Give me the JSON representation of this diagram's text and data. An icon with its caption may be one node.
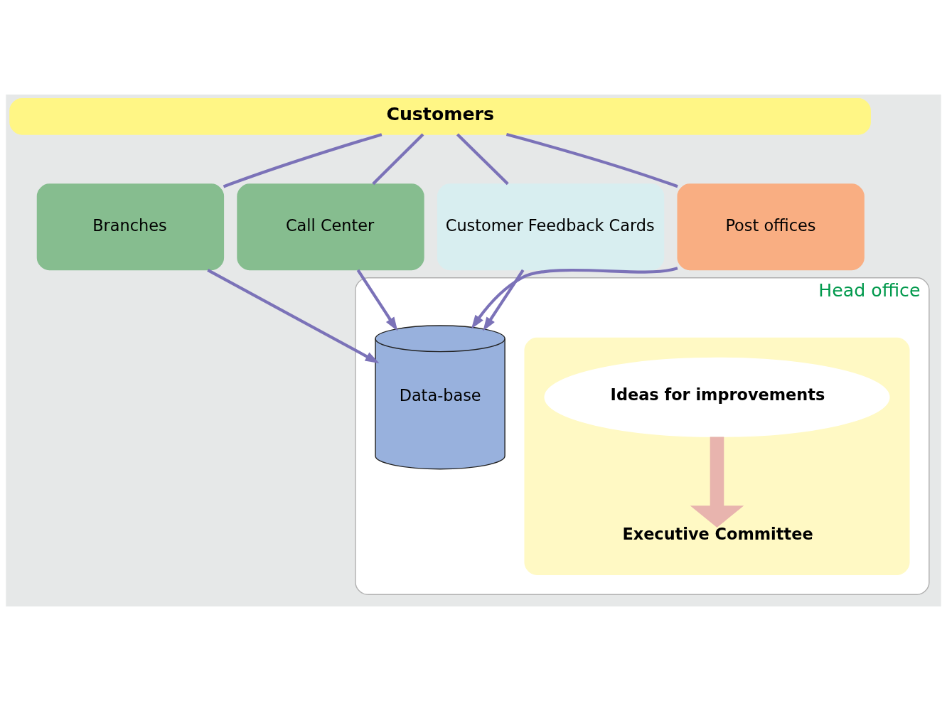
{
  "diagram": {
    "nodes": [
      {
        "text": [
          "Customers"
        ]
      },
      {
        "text": [
          "Branches"
        ]
      },
      {
        "text": [
          "Call Center"
        ]
      },
      {
        "text": [
          "Customer Feedback Cards"
        ]
      },
      {
        "text": [
          "Post offices"
        ]
      },
      {
        "text": [
          "Head office"
        ]
      },
      {
        "text": [
          "Data-base"
        ],
        "in": 5
      },
      {
        "text": [],
        "shape": "box",
        "in": 5
      },
      {
        "text": [
          "Ideas for improvements"
        ],
        "in": 7
      },
      {
        "text": [
          "Executive Committee"
        ],
        "in": 7
      }
    ],
    "edges": [
      {
        "from": 0,
        "to": 1,
        "arrow": "none"
      },
      {
        "from": 0,
        "to": 2,
        "arrow": "none"
      },
      {
        "from": 0,
        "to": 3,
        "arrow": "none"
      },
      {
        "from": 0,
        "to": 4,
        "arrow": "none"
      },
      {
        "from": 1,
        "to": 6,
        "arrow": "to"
      },
      {
        "from": 2,
        "to": 6,
        "arrow": "to"
      },
      {
        "from": 3,
        "to": 6,
        "arrow": "to"
      },
      {
        "from": 4,
        "to": 6,
        "arrow": "to"
      },
      {
        "from": 8,
        "to": 9,
        "arrow": "to",
        "style": "thick",
        "color": "#e8b4ae"
      }
    ]
  }
}
